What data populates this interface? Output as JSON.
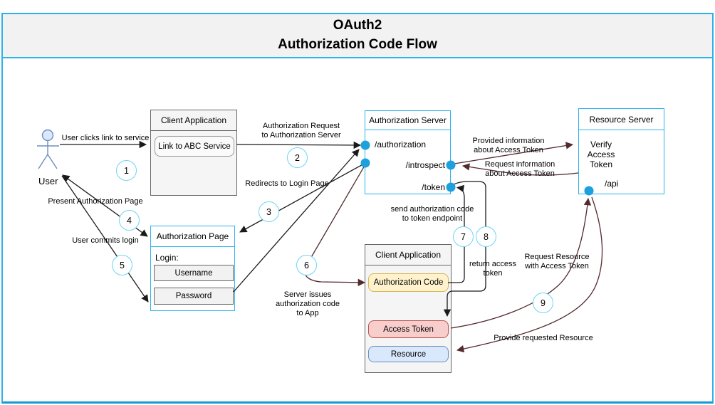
{
  "title": {
    "line1": "OAuth2",
    "line2": "Authorization Code Flow"
  },
  "user": {
    "label": "User"
  },
  "client_app_top": {
    "header": "Client Application",
    "link_button": "Link to ABC Service"
  },
  "auth_server": {
    "header": "Authorization Server",
    "authorization_endpoint": "/authorization",
    "introspect_endpoint": "/introspect",
    "token_endpoint": "/token"
  },
  "resource_server": {
    "header": "Resource Server",
    "verify_text": "Verify\nAccess\nToken",
    "api_endpoint": "/api"
  },
  "auth_page": {
    "header": "Authorization Page",
    "login_label": "Login:",
    "username_field": "Username",
    "password_field": "Password"
  },
  "client_app_bottom": {
    "header": "Client Application",
    "authorization_code": "Authorization Code",
    "access_token": "Access Token",
    "resource": "Resource"
  },
  "edge_labels": {
    "user_clicks_link": "User clicks link to service",
    "authorization_request": "Authorization Request\nto Authorization Server",
    "redirects_to_login": "Redirects to Login Page",
    "present_authorization_page": "Present Authorization Page",
    "user_commits_login": "User commits login",
    "server_issues_code": "Server issues\nauthorization code\nto App",
    "send_authorization_code": "send authorization code\nto token endpoint",
    "provided_information": "Provided information\nabout Access Token",
    "request_information": "Request information\nabout Access Token",
    "return_access_token": "return access\ntoken",
    "request_resource": "Request Resource\nwith Access Token",
    "provide_requested_resource": "Provide requested Resource"
  },
  "steps": [
    "1",
    "2",
    "3",
    "4",
    "5",
    "6",
    "7",
    "8",
    "9"
  ],
  "colors": {
    "accent_cyan": "#2cb3ea",
    "dot_cyan": "#1da0dd",
    "step_circle_stroke": "#6fd4f5",
    "maroon_line": "#532a2e",
    "black_line": "#1a1a1a",
    "auth_code_fill": "#fff2cc",
    "auth_code_border": "#d6b656",
    "access_token_fill": "#f8cecc",
    "access_token_border": "#b85450",
    "resource_fill": "#dae8fc",
    "resource_border": "#6c8ebf"
  }
}
